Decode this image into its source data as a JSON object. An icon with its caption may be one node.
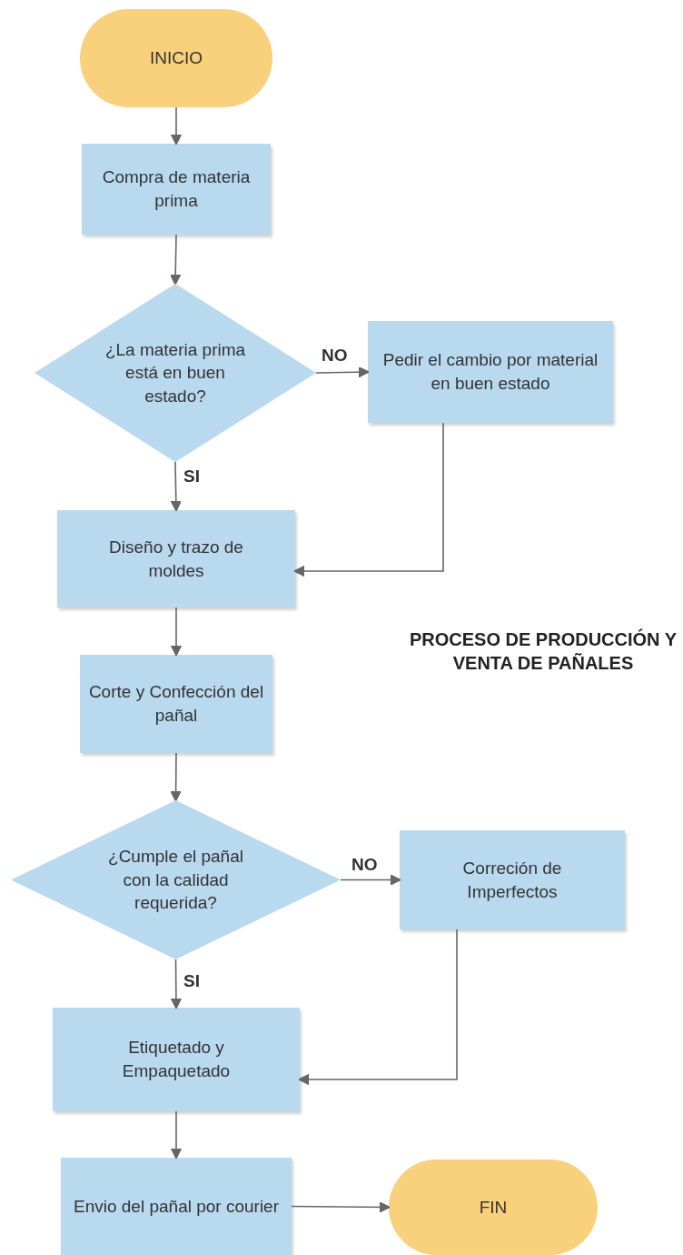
{
  "diagram": {
    "title": "PROCESO DE PRODUCCIÓN Y VENTA DE PAÑALES",
    "nodes": [
      {
        "text": [
          "INICIO"
        ]
      },
      {
        "text": [
          "Compra de materia prima"
        ]
      },
      {
        "text": [
          "¿La materia prima está en buen estado?"
        ]
      },
      {
        "text": [
          "Pedir el cambio por material en buen estado"
        ]
      },
      {
        "text": [
          "Diseño y trazo de moldes"
        ]
      },
      {
        "text": [
          "Corte y Confección del pañal"
        ]
      },
      {
        "text": [
          "¿Cumple el pañal con la calidad requerida?"
        ]
      },
      {
        "text": [
          "Correción de Imperfectos"
        ]
      },
      {
        "text": [
          "Etiquetado y Empaquetado"
        ]
      },
      {
        "text": [
          "Envio del pañal por courier"
        ]
      },
      {
        "text": [
          "FIN"
        ]
      }
    ],
    "edges": [
      {
        "from": 0,
        "to": 1,
        "arrow": "to"
      },
      {
        "from": 1,
        "to": 2,
        "arrow": "to"
      },
      {
        "from": 2,
        "to": 3,
        "arrow": "to",
        "label": "NO"
      },
      {
        "from": 2,
        "to": 4,
        "arrow": "to",
        "label": "SI"
      },
      {
        "from": 3,
        "to": 4,
        "arrow": "to"
      },
      {
        "from": 4,
        "to": 5,
        "arrow": "to"
      },
      {
        "from": 5,
        "to": 6,
        "arrow": "to"
      },
      {
        "from": 6,
        "to": 7,
        "arrow": "to",
        "label": "NO"
      },
      {
        "from": 6,
        "to": 8,
        "arrow": "to",
        "label": "SI"
      },
      {
        "from": 7,
        "to": 8,
        "arrow": "to"
      },
      {
        "from": 8,
        "to": 9,
        "arrow": "to"
      },
      {
        "from": 9,
        "to": 10,
        "arrow": "to"
      }
    ]
  }
}
